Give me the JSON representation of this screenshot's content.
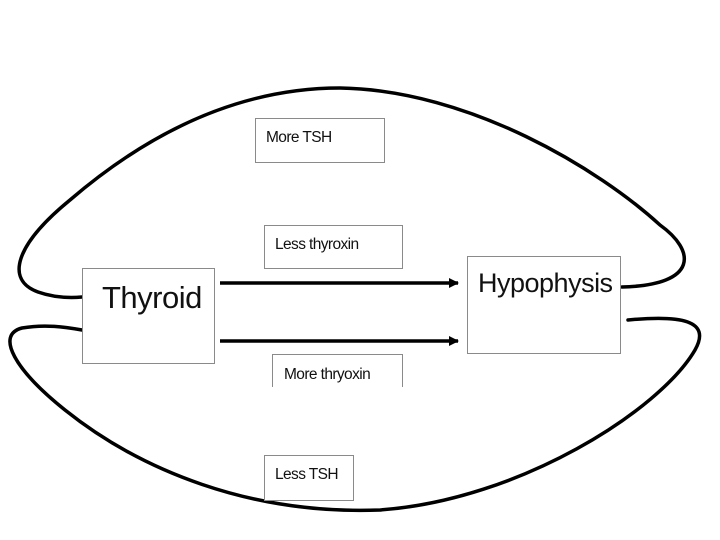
{
  "nodes": {
    "thyroid": {
      "label": "Thyroid"
    },
    "hypophysis": {
      "label": "Hypophysis"
    }
  },
  "labels": {
    "more_tsh": "More TSH",
    "less_thyroxin": "Less thyroxin",
    "more_thryoxin": "More thryoxin",
    "less_tsh": "Less TSH"
  },
  "colors": {
    "line": "#000000",
    "box_border": "#8a8a8a",
    "background": "#ffffff"
  }
}
